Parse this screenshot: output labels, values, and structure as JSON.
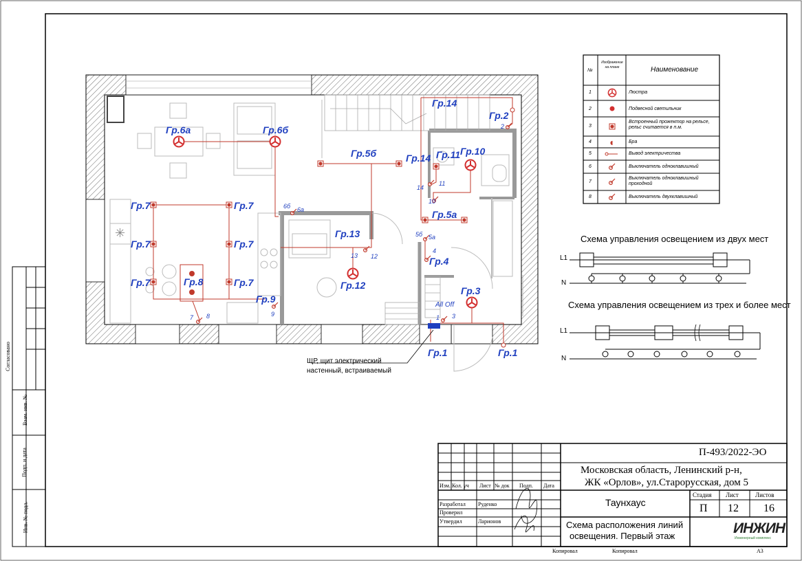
{
  "groups": {
    "g6a": "Гр.6а",
    "g6b": "Гр.6б",
    "g5b": "Гр.5б",
    "g14a": "Гр.14",
    "g14b": "Гр.14",
    "g11": "Гр.11",
    "g10": "Гр.10",
    "g2": "Гр.2",
    "g7": "Гр.7",
    "g5a": "Гр.5а",
    "g13": "Гр.13",
    "g12": "Гр.12",
    "g8": "Гр.8",
    "g9": "Гр.9",
    "g4": "Гр.4",
    "g3": "Гр.3",
    "g1": "Гр.1"
  },
  "marks": {
    "m2": "2",
    "m14": "14",
    "m11": "11",
    "m10": "10",
    "m6b": "6б",
    "m6a": "6а",
    "m5b": "5б",
    "m5a": "5а",
    "m13": "13",
    "m12": "12",
    "m4": "4",
    "m9": "9",
    "m7": "7",
    "m8": "8",
    "m1": "1",
    "m3": "3",
    "alloff": "All Off"
  },
  "panel_label": {
    "line1": "ЩР, щит электрический",
    "line2": "настенный, встраиваемый"
  },
  "legend": {
    "h_no": "№",
    "h_img": "Изображение на плане",
    "h_name": "Наименование",
    "rows": [
      {
        "n": "1",
        "name": "Люстра"
      },
      {
        "n": "2",
        "name": "Подвесной светильник"
      },
      {
        "n": "3",
        "name": "Встроенный прожектор на рельсе, рельс считается в п.м."
      },
      {
        "n": "4",
        "name": "Бра"
      },
      {
        "n": "5",
        "name": "Вывод электричества"
      },
      {
        "n": "6",
        "name": "Выключатель одноклавишный"
      },
      {
        "n": "7",
        "name": "Выключатель одноклавишный проходной"
      },
      {
        "n": "8",
        "name": "Выключатель двухклавишный"
      }
    ]
  },
  "schemes": {
    "two_title": "Схема управления освещением из двух мест",
    "three_title": "Схема управления освещением из трех и более мест",
    "l1": "L1",
    "n": "N"
  },
  "side_stamp": {
    "soglasovano": "Согласовано",
    "vzam": "Взам. инв. №",
    "podp": "Подп. и дата",
    "inv": "Инв. № подл."
  },
  "title_block": {
    "code": "П-493/2022-ЭО",
    "address1": "Московская область, Ленинский р-н,",
    "address2": "ЖК «Орлов», ул.Старорусская, дом 5",
    "col_izm": "Изм.",
    "col_kol": "Кол. уч",
    "col_list": "Лист",
    "col_ndok": "№ док",
    "col_podp": "Подп.",
    "col_data": "Дата",
    "r1_role": "Разработал",
    "r1_name": "Руденко",
    "r2_role": "Проверил",
    "r2_name": "",
    "r3_role": "Утвердил",
    "r3_name": "Ларионов",
    "building": "Таунхаус",
    "stage_h": "Стадия",
    "sheet_h": "Лист",
    "sheets_h": "Листов",
    "stage": "П",
    "sheet": "12",
    "sheets": "16",
    "title1": "Схема расположения линий",
    "title2": "освещения. Первый этаж",
    "logo": "ИНЖИН",
    "logo_sub": "Инженерный комплекс",
    "copied1": "Копировал",
    "copied2": "Копировал",
    "format": "А3"
  },
  "colors": {
    "wire": "#c0392b",
    "label": "#1f3fbf",
    "wall": "#555555"
  }
}
